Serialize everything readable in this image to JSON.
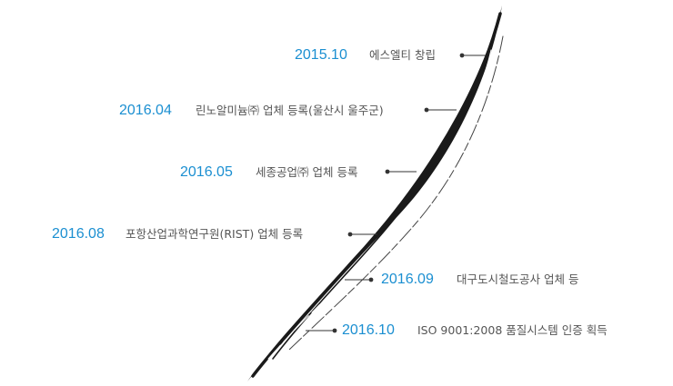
{
  "timeline": {
    "entries": [
      {
        "date": "2015.10",
        "text": "에스엘티 창립"
      },
      {
        "date": "2016.04",
        "text": "린노알미늄㈜ 업체 등록(울산시 울주군)"
      },
      {
        "date": "2016.05",
        "text": "세종공업㈜ 업체 등록"
      },
      {
        "date": "2016.08",
        "text": "포항산업과학연구원(RIST) 업체 등록"
      },
      {
        "date": "2016.09",
        "text": "대구도시철도공사 업체 등"
      },
      {
        "date": "2016.10",
        "text": "ISO 9001:2008 품질시스템 인증 획득"
      }
    ]
  },
  "colors": {
    "date": "#1b8fd1",
    "text": "#555555",
    "stroke": "#1a1a1a",
    "connector": "#333333"
  }
}
